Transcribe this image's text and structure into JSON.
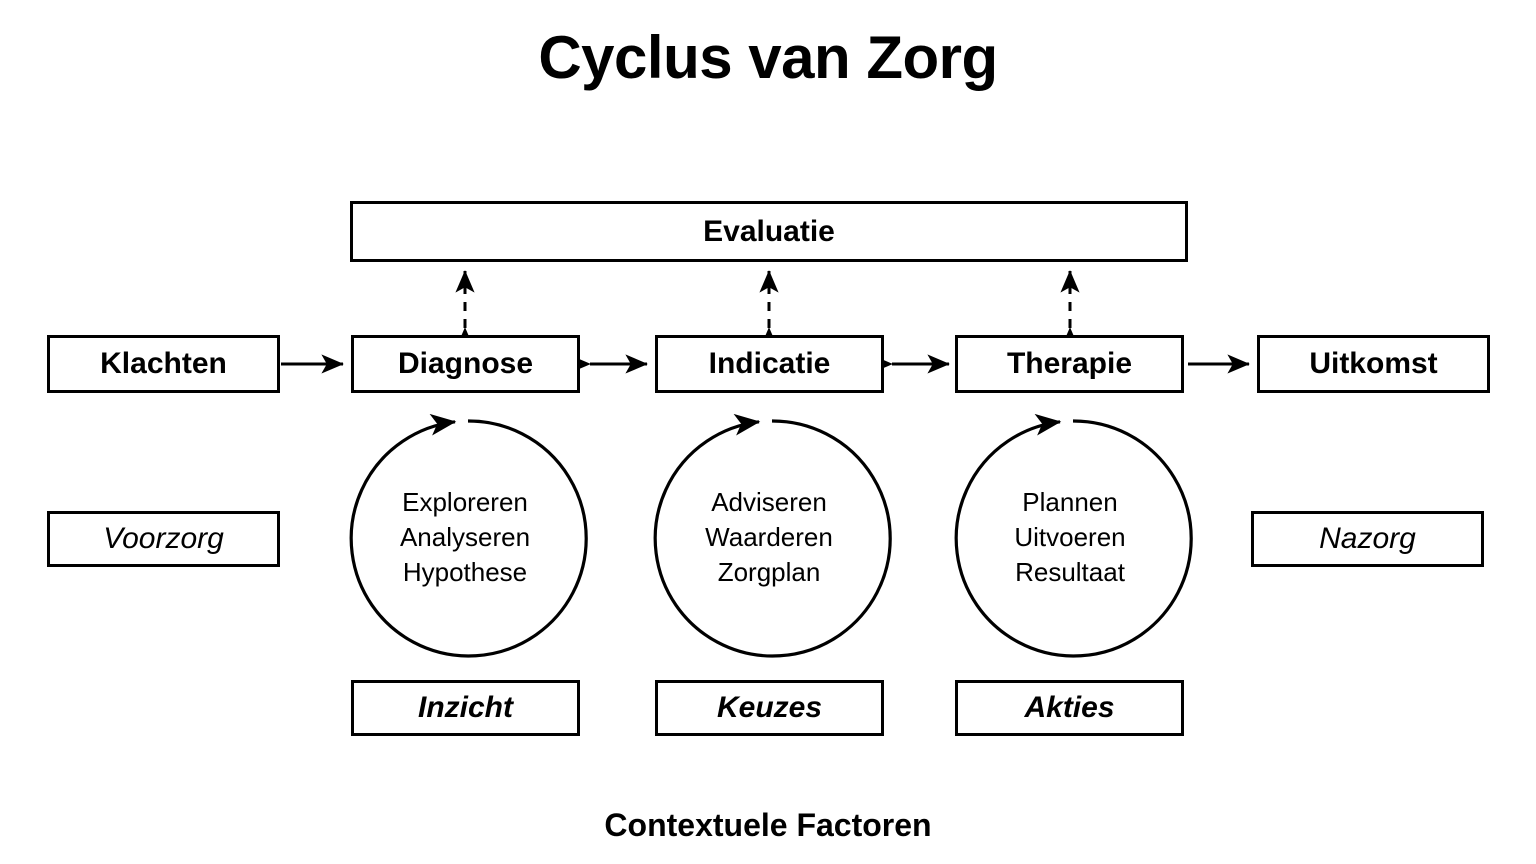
{
  "title": "Cyclus van Zorg",
  "footer": "Contextuele Factoren",
  "evaluation": {
    "label": "Evaluatie"
  },
  "stages": [
    {
      "id": "klachten",
      "label": "Klachten"
    },
    {
      "id": "diagnose",
      "label": "Diagnose"
    },
    {
      "id": "indicatie",
      "label": "Indicatie"
    },
    {
      "id": "therapie",
      "label": "Therapie"
    },
    {
      "id": "uitkomst",
      "label": "Uitkomst"
    }
  ],
  "care_boxes": [
    {
      "id": "voorzorg",
      "label": "Voorzorg"
    },
    {
      "id": "nazorg",
      "label": "Nazorg"
    }
  ],
  "cycles": [
    {
      "id": "inzicht",
      "steps": [
        "Exploreren",
        "Analyseren",
        "Hypothese"
      ],
      "outcome": "Inzicht"
    },
    {
      "id": "keuzes",
      "steps": [
        "Adviseren",
        "Waarderen",
        "Zorgplan"
      ],
      "outcome": "Keuzes"
    },
    {
      "id": "akties",
      "steps": [
        "Plannen",
        "Uitvoeren",
        "Resultaat"
      ],
      "outcome": "Akties"
    }
  ],
  "connectors": {
    "klachten_to_diagnose": "arrow-right",
    "diagnose_to_indicatie": "arrow-bidirectional",
    "indicatie_to_therapie": "arrow-bidirectional",
    "therapie_to_uitkomst": "arrow-right",
    "evaluation_links": "dashed-bidirectional-vertical",
    "cycle_direction": "clockwise-arrow"
  },
  "colors": {
    "stroke": "#000000",
    "background": "#FFFFFF",
    "text": "#000000"
  }
}
